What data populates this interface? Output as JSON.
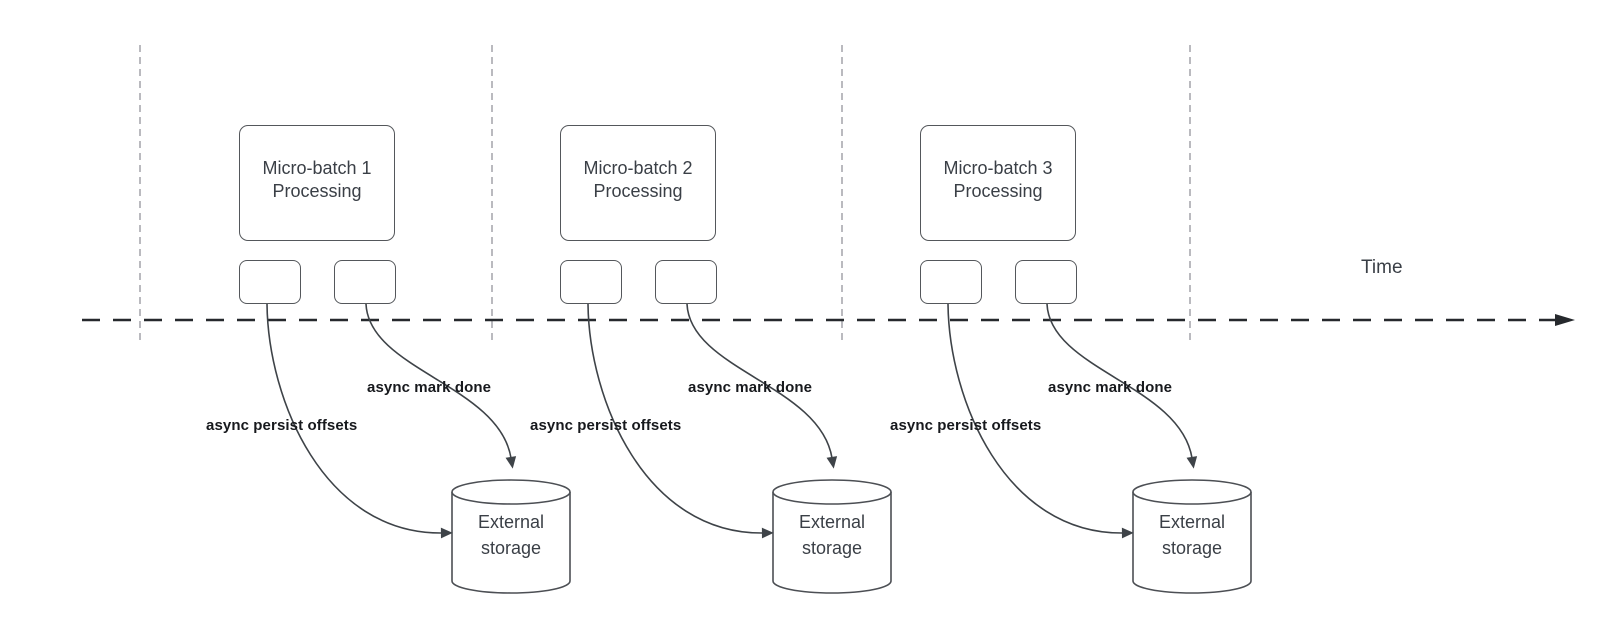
{
  "diagram": {
    "time_axis_label": "Time",
    "groups": [
      {
        "box_label": "Micro-batch 1\nProcessing",
        "persist_label": "async persist offsets",
        "mark_done_label": "async mark done",
        "storage_label": "External\nstorage"
      },
      {
        "box_label": "Micro-batch 2\nProcessing",
        "persist_label": "async persist offsets",
        "mark_done_label": "async mark done",
        "storage_label": "External\nstorage"
      },
      {
        "box_label": "Micro-batch 3\nProcessing",
        "persist_label": "async persist offsets",
        "mark_done_label": "async mark done",
        "storage_label": "External\nstorage"
      }
    ]
  },
  "colors": {
    "background": "#ffffff",
    "box_border": "#54575b",
    "box_text": "#3a3f46",
    "label_text": "#17191d",
    "arrow_stroke": "#3e4348",
    "timeline_stroke": "#26292d",
    "gridline_stroke": "#b3b3b8"
  }
}
